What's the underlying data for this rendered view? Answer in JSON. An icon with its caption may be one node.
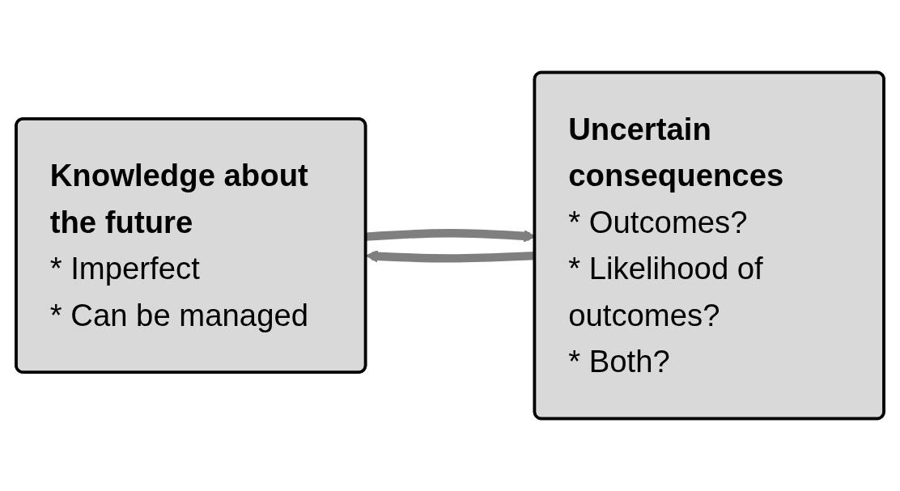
{
  "diagram": {
    "nodes": [
      {
        "text": [
          "Knowledge about the future",
          "* Imperfect",
          "* Can be managed"
        ]
      },
      {
        "text": [
          "Uncertain consequences",
          "* Outcomes?",
          "* Likelihood of outcomes?",
          "* Both?"
        ]
      }
    ],
    "edges": [
      {
        "from": 0,
        "to": 1,
        "arrow": "to"
      },
      {
        "from": 1,
        "to": 0,
        "arrow": "to"
      }
    ]
  }
}
